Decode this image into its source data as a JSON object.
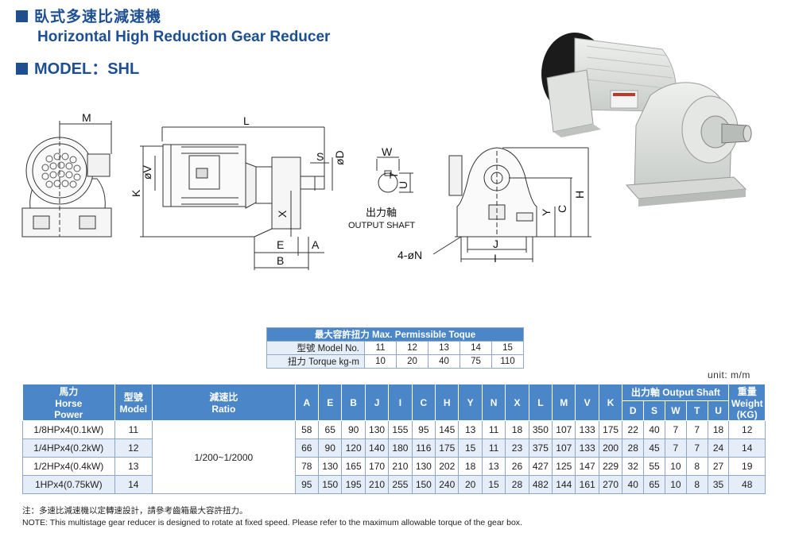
{
  "header": {
    "title_zh": "臥式多速比減速機",
    "title_en": "Horizontal High Reduction Gear Reducer",
    "model_label": "MODEL：SHL"
  },
  "drawing_labels": {
    "M": "M",
    "L": "L",
    "K": "K",
    "V": "øV",
    "X": "X",
    "S": "S",
    "D": "øD",
    "E": "E",
    "A": "A",
    "B": "B",
    "W": "W",
    "U": "U",
    "T": "T",
    "output_zh": "出力軸",
    "output_en": "OUTPUT SHAFT",
    "N": "4-øN",
    "J": "J",
    "I": "I",
    "Y": "Y",
    "C": "C",
    "H": "H"
  },
  "torque_table": {
    "title": "最大容許扭力 Max. Permissible Toque",
    "row1_label": "型號 Model No.",
    "row2_label": "扭力 Torque kg-m",
    "models": [
      "11",
      "12",
      "13",
      "14",
      "15"
    ],
    "torques": [
      "10",
      "20",
      "40",
      "75",
      "110"
    ]
  },
  "unit_label": "unit: m/m",
  "spec_table": {
    "h_power_zh": "馬力",
    "h_power_en1": "Horse",
    "h_power_en2": "Power",
    "h_model_zh": "型號",
    "h_model_en": "Model",
    "h_ratio_zh": "減速比",
    "h_ratio_en": "Ratio",
    "dims": [
      "A",
      "E",
      "B",
      "J",
      "I",
      "C",
      "H",
      "Y",
      "N",
      "X",
      "L",
      "M",
      "V",
      "K"
    ],
    "h_shaft": "出力軸 Output Shaft",
    "shaft_dims": [
      "D",
      "S",
      "W",
      "T",
      "U"
    ],
    "h_weight_zh": "重量",
    "h_weight_en1": "Weight",
    "h_weight_en2": "(KG)",
    "ratio_value": "1/200~1/2000",
    "rows": [
      {
        "power": "1/8HPx4(0.1kW)",
        "model": "11",
        "vals": [
          "58",
          "65",
          "90",
          "130",
          "155",
          "95",
          "145",
          "13",
          "11",
          "18",
          "350",
          "107",
          "133",
          "175",
          "22",
          "40",
          "7",
          "7",
          "18",
          "12"
        ]
      },
      {
        "power": "1/4HPx4(0.2kW)",
        "model": "12",
        "vals": [
          "66",
          "90",
          "120",
          "140",
          "180",
          "116",
          "175",
          "15",
          "11",
          "23",
          "375",
          "107",
          "133",
          "200",
          "28",
          "45",
          "7",
          "7",
          "24",
          "14"
        ]
      },
      {
        "power": "1/2HPx4(0.4kW)",
        "model": "13",
        "vals": [
          "78",
          "130",
          "165",
          "170",
          "210",
          "130",
          "202",
          "18",
          "13",
          "26",
          "427",
          "125",
          "147",
          "229",
          "32",
          "55",
          "10",
          "8",
          "27",
          "19"
        ]
      },
      {
        "power": "1HPx4(0.75kW)",
        "model": "14",
        "vals": [
          "95",
          "150",
          "195",
          "210",
          "255",
          "150",
          "240",
          "20",
          "15",
          "28",
          "482",
          "144",
          "161",
          "270",
          "40",
          "65",
          "10",
          "8",
          "35",
          "48"
        ]
      }
    ]
  },
  "notes": {
    "zh": "注：多速比減速機以定轉速設計，請參考齒箱最大容許扭力。",
    "en": "NOTE: This multistage gear reducer is designed to rotate at fixed speed.  Please refer to the maximum allowable torque of the gear box."
  },
  "colors": {
    "title_blue": "#1d4f91",
    "header_blue": "#4a86c8",
    "row_alt": "#e4edf8"
  }
}
